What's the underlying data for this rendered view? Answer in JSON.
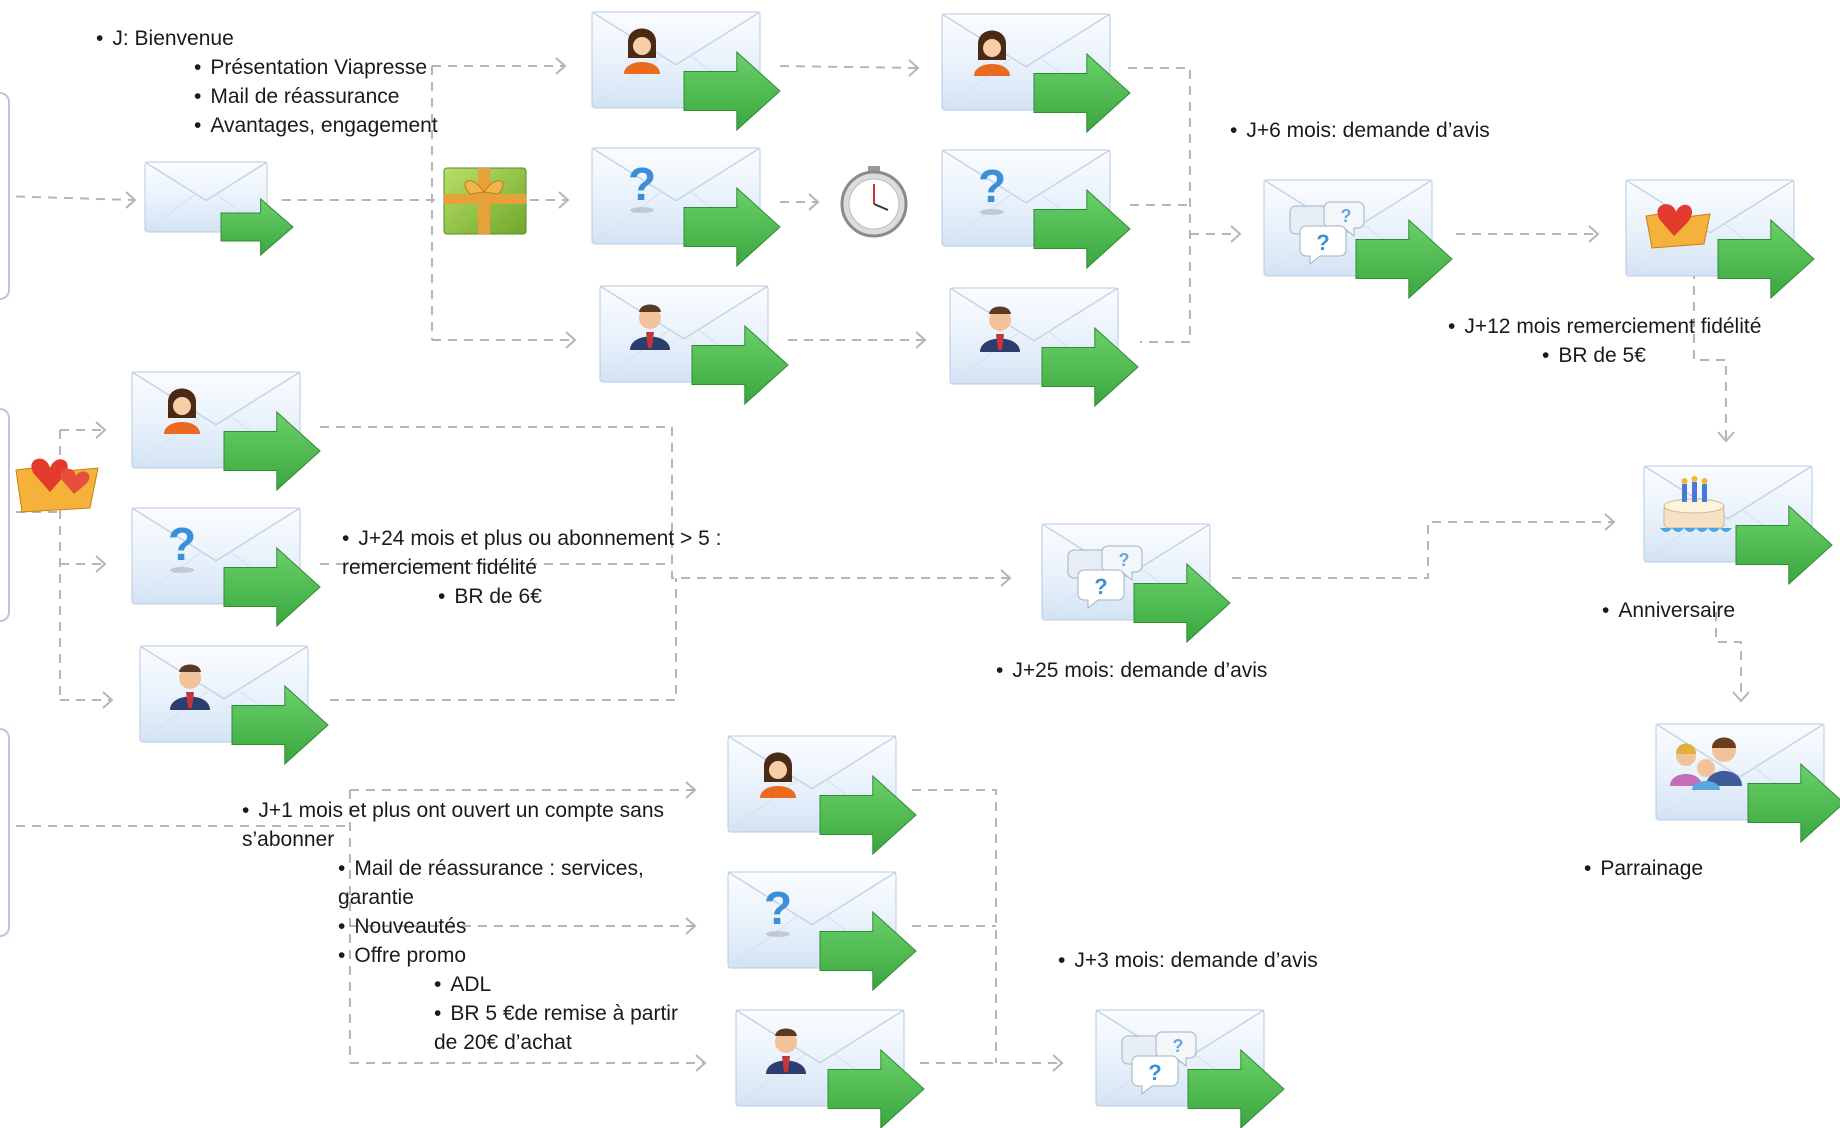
{
  "labels": {
    "welcome": {
      "title": "J: Bienvenue",
      "items": [
        "Présentation Viapresse",
        "Mail de réassurance",
        "Avantages, engagement"
      ]
    },
    "j6": "J+6 mois: demande d’avis",
    "j12": {
      "title": "J+12 mois remerciement fidélité",
      "sub": "BR de 5€"
    },
    "j24": {
      "title": "J+24 mois et plus ou abonnement > 5 :",
      "title_cont": "remerciement fidélité",
      "sub": "BR de 6€"
    },
    "j25": "J+25 mois: demande d’avis",
    "anniv": "Anniversaire",
    "parrainage": "Parrainage",
    "j1": {
      "title": "J+1 mois et plus ont ouvert un compte sans",
      "title_cont": "s’abonner",
      "items": [
        {
          "a": "Mail de réassurance : services,",
          "b": "garantie"
        },
        {
          "a": "Nouveautés"
        },
        {
          "a": "Offre promo"
        }
      ],
      "sub": [
        {
          "a": "ADL"
        },
        {
          "a": "BR 5 €de remise à partir",
          "b": "de 20€ d’achat"
        }
      ]
    },
    "j3": "J+3 mois: demande d’avis"
  },
  "icons": {
    "envelope": "envelope-icon",
    "arrow": "green-arrow-icon",
    "woman": "woman-avatar-icon",
    "question": "question-mark-icon",
    "man": "businessman-avatar-icon",
    "speech": "speech-bubbles-question-icon",
    "gift": "gift-box-icon",
    "timer": "stopwatch-icon",
    "hearts": "heart-folder-icon",
    "cake": "birthday-cake-icon",
    "people": "people-group-icon"
  },
  "colors": {
    "arrow_green": "#3aa63f",
    "connector": "#b5b5b5",
    "side_bar": "#c8bde2"
  }
}
